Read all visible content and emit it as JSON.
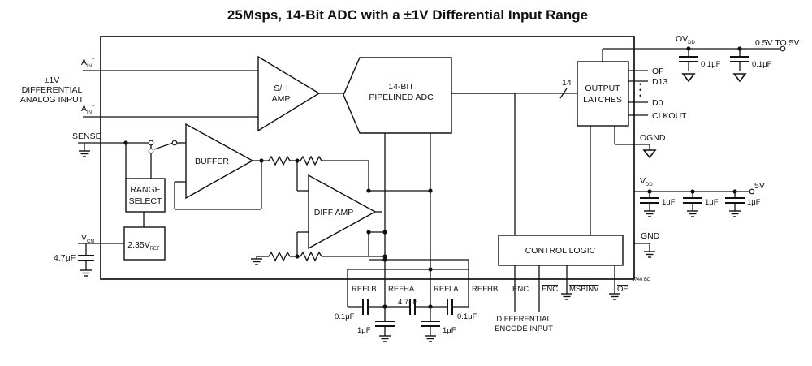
{
  "title": "25Msps, 14-Bit ADC with a ±1V Differential Input Range",
  "left_labels": {
    "ain_plus": "A",
    "ain_plus_sub": "IN",
    "ain_plus_sup": "+",
    "diff_1": "±1V",
    "diff_2": "DIFFERENTIAL",
    "diff_3": "ANALOG INPUT",
    "ain_minus": "A",
    "ain_minus_sub": "IN",
    "ain_minus_sup": "–",
    "sense": "SENSE",
    "vcm": "V",
    "vcm_sub": "CM",
    "cap_vcm": "4.7μF"
  },
  "blocks": {
    "sh_amp_1": "S/H",
    "sh_amp_2": "AMP",
    "adc_1": "14-BIT",
    "adc_2": "PIPELINED ADC",
    "buffer": "BUFFER",
    "range_1": "RANGE",
    "range_2": "SELECT",
    "vref": "2.35V",
    "vref_sub": "REF",
    "diff_amp": "DIFF AMP",
    "latch_1": "OUTPUT",
    "latch_2": "LATCHES",
    "control": "CONTROL LOGIC",
    "bus_width": "14"
  },
  "right_labels": {
    "ovdd": "OV",
    "ovdd_sub": "DD",
    "ovdd_range": "0.5V TO 5V",
    "cap_ov1": "0.1μF",
    "cap_ov2": "0.1μF",
    "of": "OF",
    "d13": "D13",
    "d0": "D0",
    "clkout": "CLKOUT",
    "ognd": "OGND",
    "vdd": "V",
    "vdd_sub": "DD",
    "vdd_value": "5V",
    "cap_vdd1": "1μF",
    "cap_vdd2": "1μF",
    "cap_vdd3": "1μF",
    "gnd": "GND",
    "fig_code": "1746 BD"
  },
  "bottom_labels": {
    "reflb": "REFLB",
    "refha": "REFHA",
    "refla": "REFLA",
    "refhb": "REFHB",
    "enc": "ENC",
    "enc_bar": "ENC",
    "msbinv": "MSBINV",
    "oe": "OE",
    "cap_ref1": "0.1μF",
    "cap_ref2": "4.7μF",
    "cap_ref3": "0.1μF",
    "cap_ref4": "1μF",
    "cap_ref5": "1μF",
    "enc_in_1": "DIFFERENTIAL",
    "enc_in_2": "ENCODE INPUT"
  }
}
